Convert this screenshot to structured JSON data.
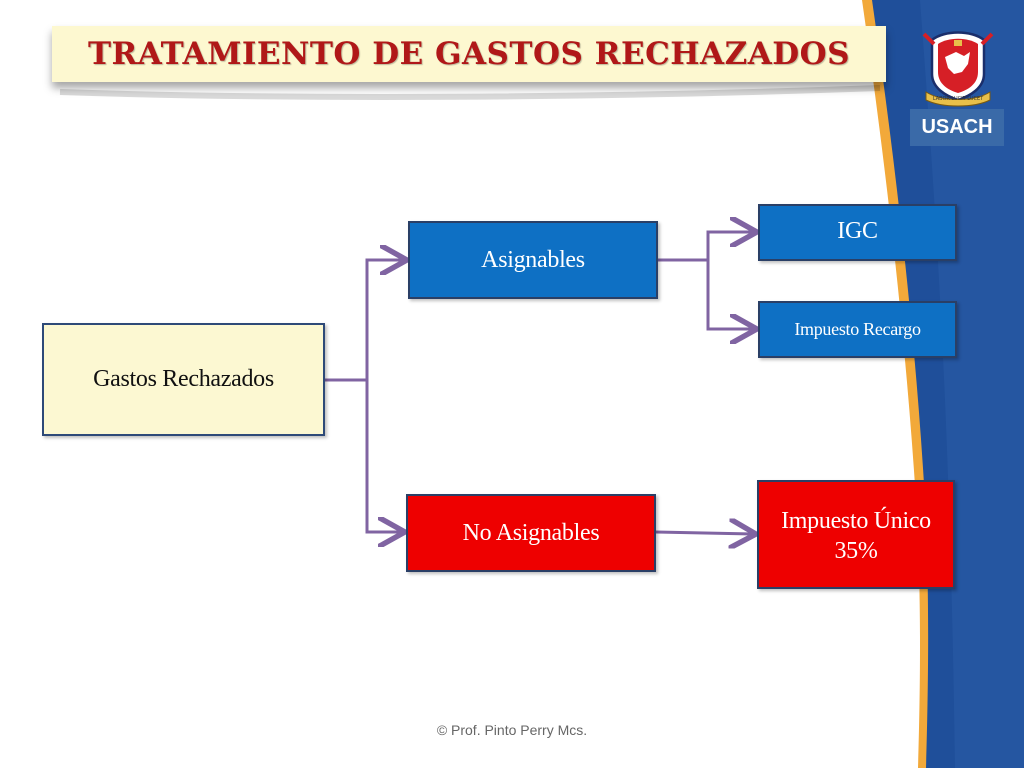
{
  "slide": {
    "title": "TRATAMIENTO DE GASTOS RECHAZADOS",
    "brand": "USACH",
    "footer": "© Prof. Pinto Perry Mcs."
  },
  "logo": {
    "motto": "LABOR LUCIT LUCET",
    "icon": "university-crest-icon"
  },
  "diagram": {
    "root": "Gastos Rechazados",
    "asignables": "Asignables",
    "no_asignables": "No Asignables",
    "igc": "IGC",
    "impuesto_recargo": "Impuesto Recargo",
    "impuesto_unico_line1": "Impuesto Único",
    "impuesto_unico_line2": "35%"
  },
  "colors": {
    "title": "#b01818",
    "blue_box": "#0e70c4",
    "red_box": "#ee0000",
    "root_box": "#fcf8d2",
    "connector": "#8064a2",
    "side_band": "#1f4f9a"
  }
}
